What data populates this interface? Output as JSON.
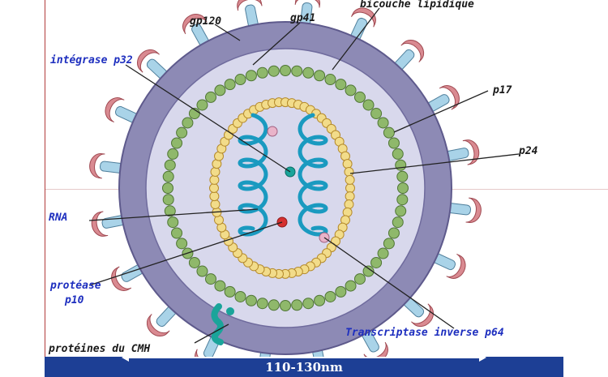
{
  "labels": {
    "gp120": "gp120",
    "gp41": "gp41",
    "bicouche": "bicouche lipidique",
    "integrase": "intégrase p32",
    "p17": "p17",
    "p24": "p24",
    "rna": "RNA",
    "protease_line1": "protéase",
    "protease_line2": "p10",
    "proteines_cmh": "protéines du CMH",
    "transcriptase": "Transcriptase inverse p64"
  },
  "scale": {
    "text": "110-130nm"
  },
  "colors": {
    "outer_membrane": "#8d8ab5",
    "inner_region": "#d8d8ec",
    "matrix_beads": "#8fb86b",
    "capsid_beads": "#f2dc8a",
    "spike_stem": "#a9d3e8",
    "spike_cap": "#d98a91",
    "rna": "#1a9ac0",
    "label_blue": "#1e2fbf",
    "scale_bar": "#1d3f95"
  }
}
